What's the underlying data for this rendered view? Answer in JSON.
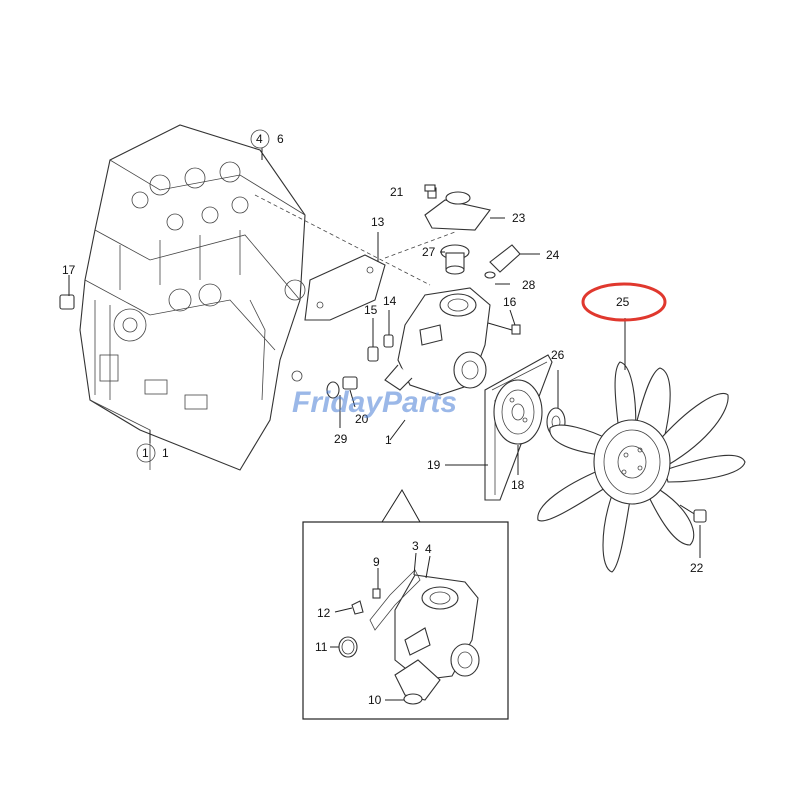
{
  "labels": {
    "l1a": "1",
    "l1b": "1",
    "l3": "3",
    "l4a": "4",
    "l4b": "4",
    "l6": "6",
    "l9": "9",
    "l10": "10",
    "l11": "11",
    "l12": "12",
    "l13": "13",
    "l14": "14",
    "l15": "15",
    "l16": "16",
    "l17": "17",
    "l18": "18",
    "l19": "19",
    "l20": "20",
    "l21": "21",
    "l22": "22",
    "l23": "23",
    "l24": "24",
    "l25": "25",
    "l26": "26",
    "l27": "27",
    "l28": "28",
    "l29": "29"
  },
  "watermark": "FridayParts",
  "colors": {
    "highlight_ring": "#e0382e",
    "watermark": "#4a7fd6"
  }
}
